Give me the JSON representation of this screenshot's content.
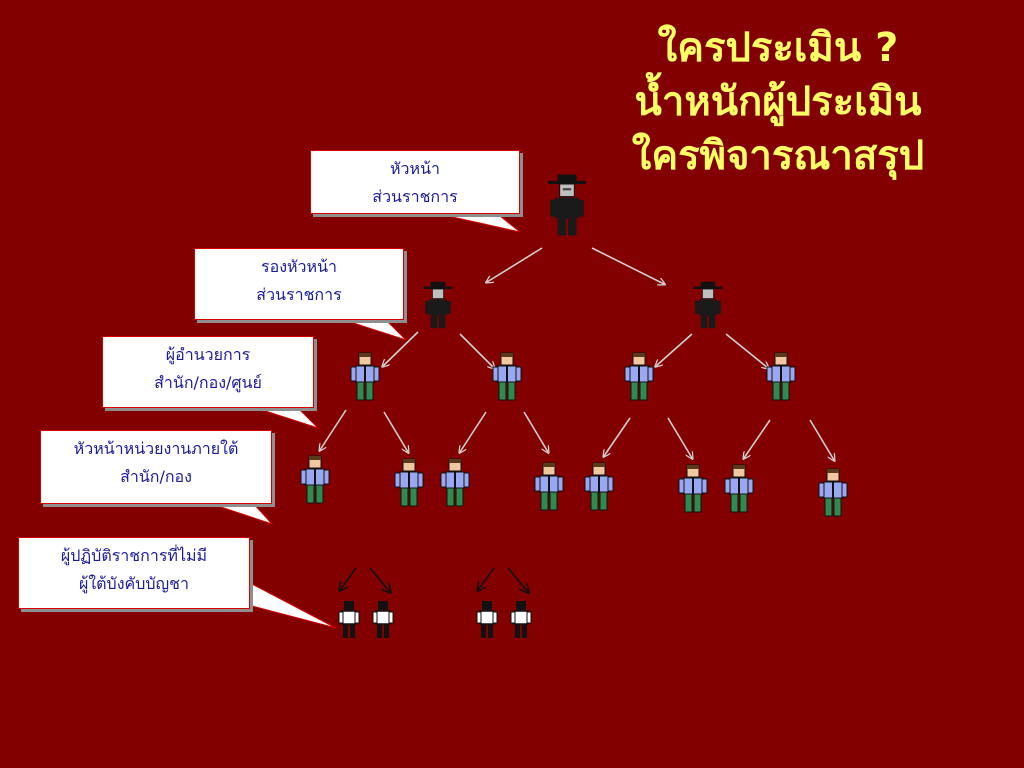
{
  "title_lines": [
    "ใครประเมิน ?",
    "น้ำหนักผู้ประเมิน",
    "ใครพิจารณาสรุป"
  ],
  "callouts": [
    {
      "line1": "หัวหน้า",
      "line2": "ส่วนราชการ"
    },
    {
      "line1": "รองหัวหน้า",
      "line2": "ส่วนราชการ"
    },
    {
      "line1": "ผู้อำนวยการ",
      "line2": "สำนัก/กอง/ศูนย์"
    },
    {
      "line1": "หัวหน้าหน่วยงานภายใต้",
      "line2": "สำนัก/กอง"
    },
    {
      "line1": "ผู้ปฏิบัติราชการที่ไม่มี",
      "line2": "ผู้ใต้บังคับบัญชา"
    }
  ],
  "colors": {
    "background": "#820000",
    "title": "#ffff66",
    "callout_text": "#1a1a9c",
    "callout_border": "#d40000",
    "executive_suit": "#1a1a1a",
    "staff_shirt": "#9aa8f2",
    "staff_pants": "#2e8a4e",
    "worker_shirt": "#ffffff"
  },
  "icons": [
    "executive-person-icon",
    "staff-person-icon",
    "worker-person-icon"
  ]
}
